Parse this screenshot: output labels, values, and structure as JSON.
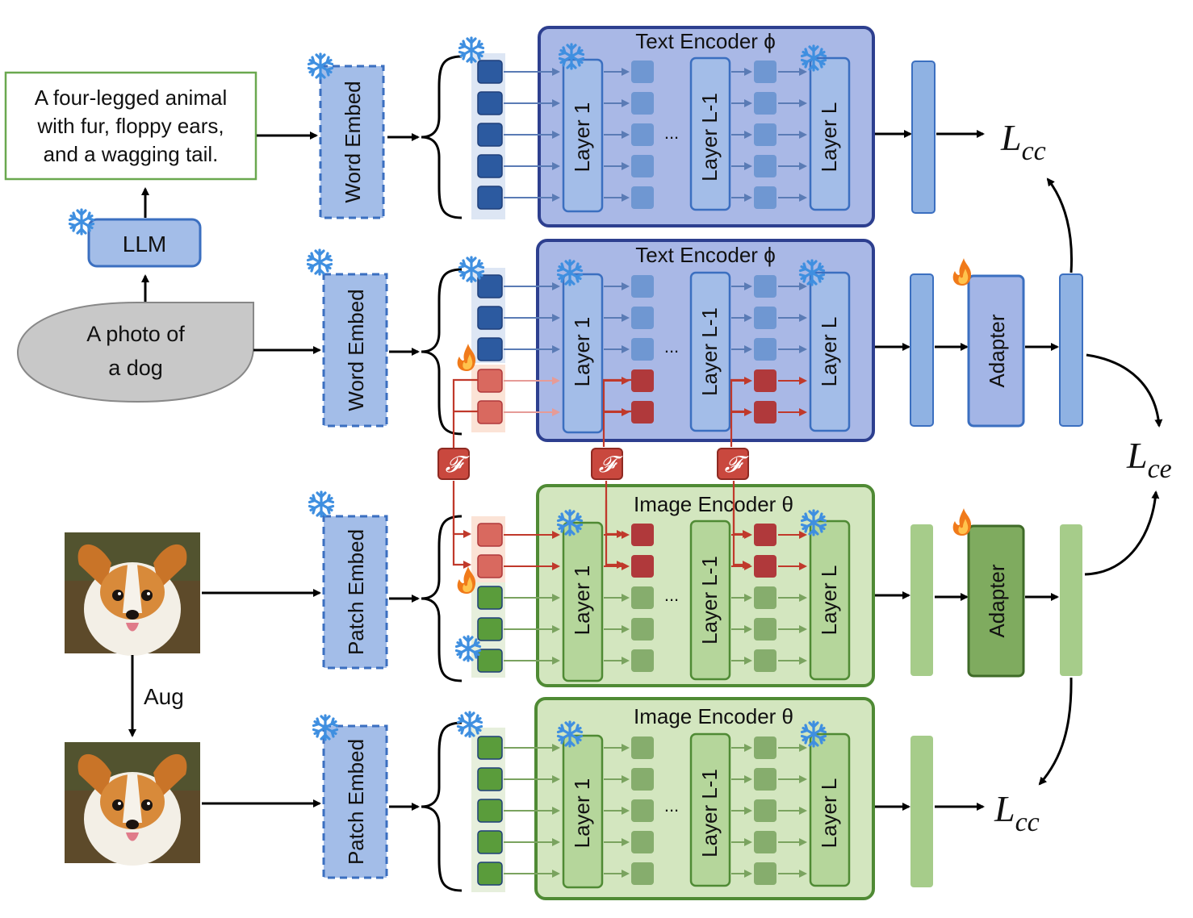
{
  "caption_text": {
    "line1": "A four-legged animal",
    "line2": "with fur, floppy ears,",
    "line3": "and a wagging tail."
  },
  "llm_label": "LLM",
  "prompt": {
    "line1": "A photo of",
    "line2": "a dog"
  },
  "word_embed_label": "Word Embed",
  "patch_embed_label": "Patch Embed",
  "text_encoder_title": "Text Encoder ϕ",
  "image_encoder_title": "Image Encoder θ",
  "layer_first": "Layer 1",
  "layer_penultimate": "Layer L-1",
  "layer_last": "Layer L",
  "ellipsis": "...",
  "adapter_label": "Adapter",
  "fusion_symbol": "𝓕",
  "aug_label": "Aug",
  "loss": {
    "cc_top": {
      "main": "L",
      "sub": "cc"
    },
    "ce": {
      "main": "L",
      "sub": "ce"
    },
    "cc_bottom": {
      "main": "L",
      "sub": "cc"
    }
  },
  "icons": {
    "frozen": "snowflake-icon",
    "trainable": "flame-icon",
    "photo": "dog-photo"
  },
  "colors": {
    "text_encoder_fill": "#a9b8e6",
    "text_encoder_stroke": "#2d3f8f",
    "image_encoder_fill": "#d3e6bf",
    "image_encoder_stroke": "#4f8a34",
    "blue_token": "#2c5aa0",
    "light_blue_token": "#6f97d2",
    "green_token": "#5a9c3b",
    "light_green_token": "#86ad6d",
    "red_token": "#d9695f",
    "dark_red_token": "#b0393b",
    "caption_border": "#6aa84f"
  }
}
